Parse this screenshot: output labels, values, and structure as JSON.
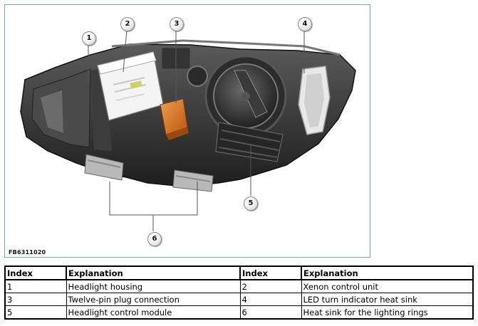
{
  "figure": {
    "code": "FB6311020",
    "callouts": [
      "1",
      "2",
      "3",
      "4",
      "5",
      "6"
    ]
  },
  "legend": {
    "headers": [
      "Index",
      "Explanation",
      "Index",
      "Explanation"
    ],
    "rows": [
      [
        "1",
        "Headlight housing",
        "2",
        "Xenon control unit"
      ],
      [
        "3",
        "Twelve-pin plug connection",
        "4",
        "LED turn indicator heat sink"
      ],
      [
        "5",
        "Headlight control module",
        "6",
        "Heat sink for the lighting rings"
      ]
    ]
  },
  "colors": {
    "frame": "#7f9fb4",
    "plug_orange": "#d9731f"
  }
}
